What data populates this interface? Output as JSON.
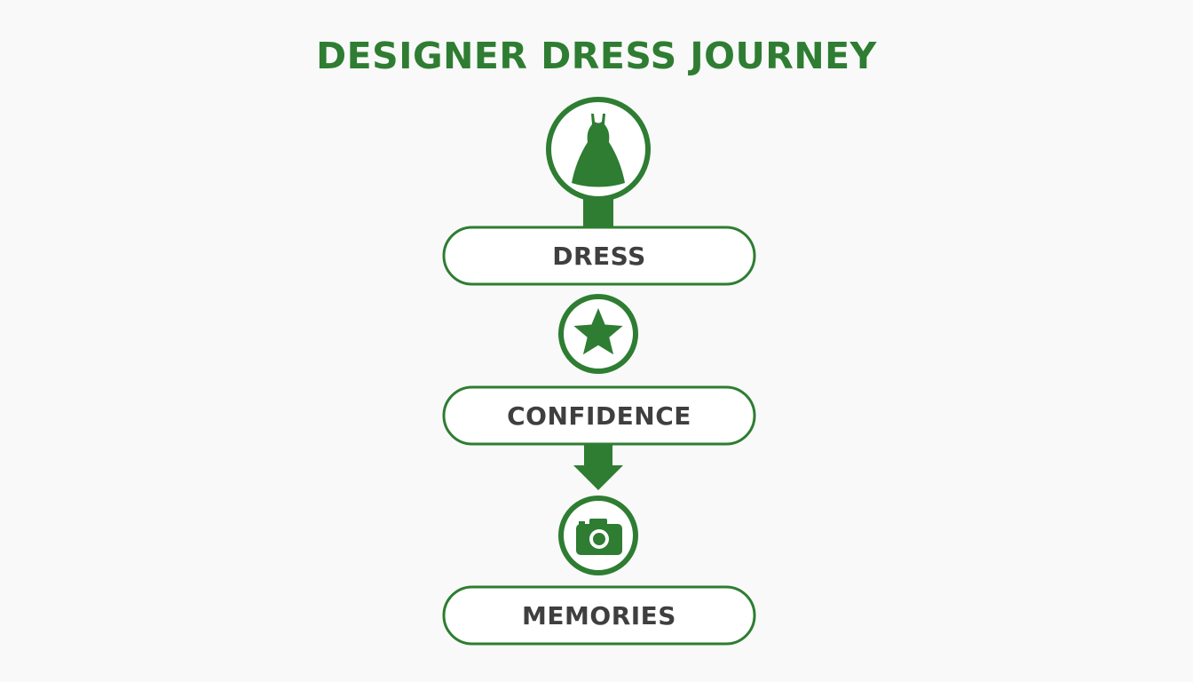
{
  "title": "DESIGNER DRESS JOURNEY",
  "colors": {
    "accent": "#2e7d32",
    "text": "#3f3f3f",
    "background": "#f8f9f8"
  },
  "steps": [
    {
      "label": "DRESS",
      "icon": "dress-icon"
    },
    {
      "label": "CONFIDENCE",
      "icon": "star-icon"
    },
    {
      "label": "MEMORIES",
      "icon": "camera-icon"
    }
  ]
}
